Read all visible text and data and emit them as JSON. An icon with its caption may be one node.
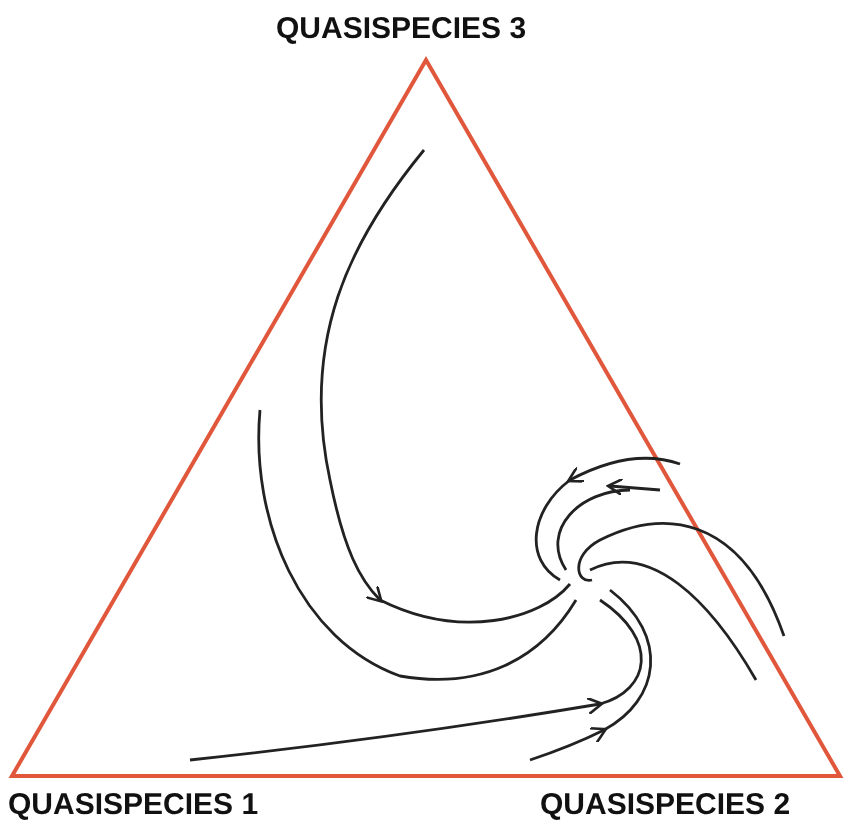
{
  "diagram": {
    "labels": [
      "QUASISPECIES 3",
      "QUASISPECIES 1",
      "QUASISPECIES 2"
    ]
  }
}
